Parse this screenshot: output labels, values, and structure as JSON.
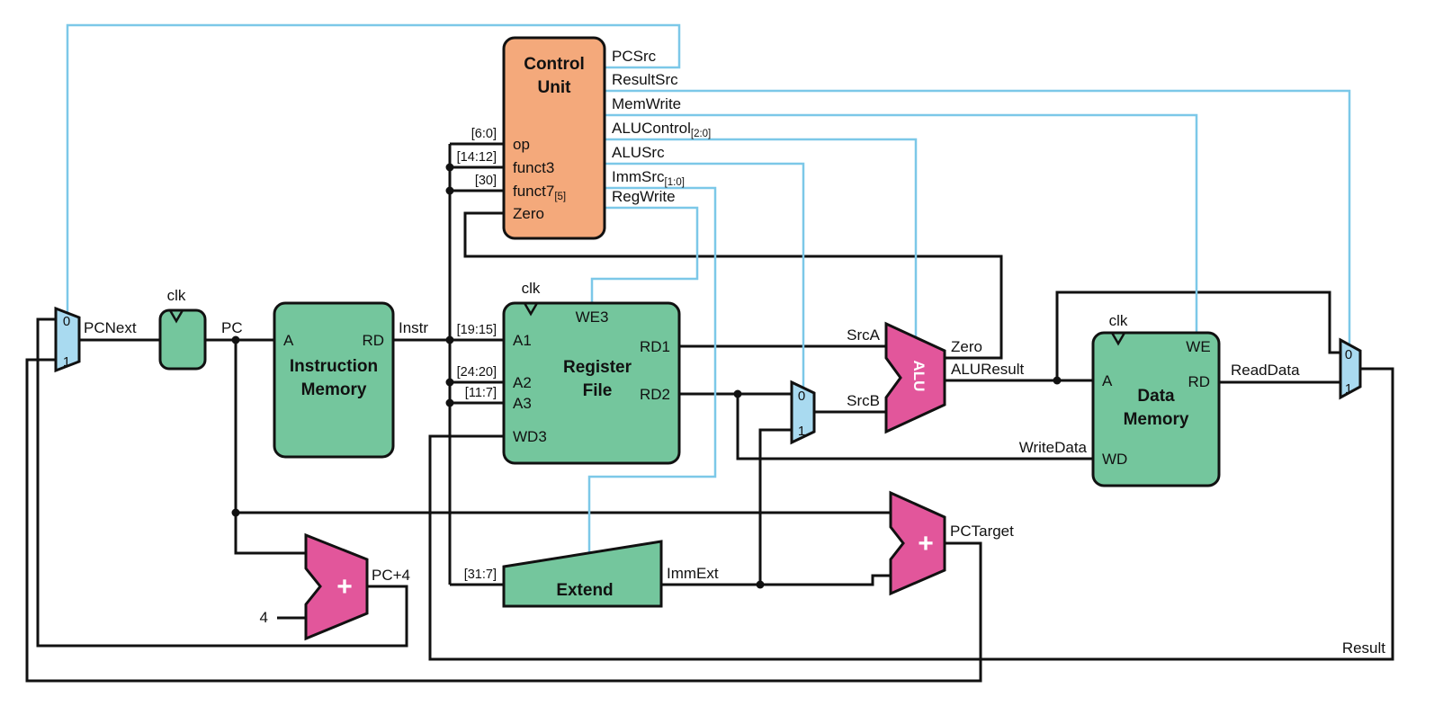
{
  "colors": {
    "block_green": "#74c69d",
    "block_orange": "#f4a97b",
    "block_pink": "#e2569b",
    "mux_blue": "#a9daf0",
    "control_wire_blue": "#7cc8e8"
  },
  "clk_label": "clk",
  "mux": {
    "in0": "0",
    "in1": "1"
  },
  "control_unit": {
    "title1": "Control",
    "title2": "Unit",
    "in_op": "op",
    "in_funct3": "funct3",
    "in_funct7": "funct7",
    "in_funct7_sub": "[5]",
    "in_zero": "Zero",
    "out_pcsrc": "PCSrc",
    "out_resultsrc": "ResultSrc",
    "out_memwrite": "MemWrite",
    "out_alucontrol": "ALUControl",
    "out_alucontrol_sub": "[2:0]",
    "out_alusrc": "ALUSrc",
    "out_immsrc": "ImmSrc",
    "out_immsrc_sub": "[1:0]",
    "out_regwrite": "RegWrite"
  },
  "bit_slices": {
    "op": "[6:0]",
    "funct3": "[14:12]",
    "funct7": "[30]",
    "rs1": "[19:15]",
    "rs2": "[24:20]",
    "rd": "[11:7]",
    "imm": "[31:7]"
  },
  "instruction_memory": {
    "title1": "Instruction",
    "title2": "Memory",
    "port_a": "A",
    "port_rd": "RD"
  },
  "register_file": {
    "title1": "Register",
    "title2": "File",
    "port_we3": "WE3",
    "port_a1": "A1",
    "port_a2": "A2",
    "port_a3": "A3",
    "port_wd3": "WD3",
    "port_rd1": "RD1",
    "port_rd2": "RD2"
  },
  "extend_unit": {
    "title": "Extend"
  },
  "alu": {
    "label": "ALU"
  },
  "adders": {
    "plus": "+"
  },
  "data_memory": {
    "title1": "Data",
    "title2": "Memory",
    "port_a": "A",
    "port_wd": "WD",
    "port_we": "WE",
    "port_rd": "RD"
  },
  "wire_labels": {
    "pcnext": "PCNext",
    "pc": "PC",
    "instr": "Instr",
    "srca": "SrcA",
    "srcb": "SrcB",
    "zero": "Zero",
    "aluresult": "ALUResult",
    "readdata": "ReadData",
    "writedata": "WriteData",
    "immext": "ImmExt",
    "pcplus4": "PC+4",
    "pctarget": "PCTarget",
    "result": "Result",
    "four": "4"
  }
}
